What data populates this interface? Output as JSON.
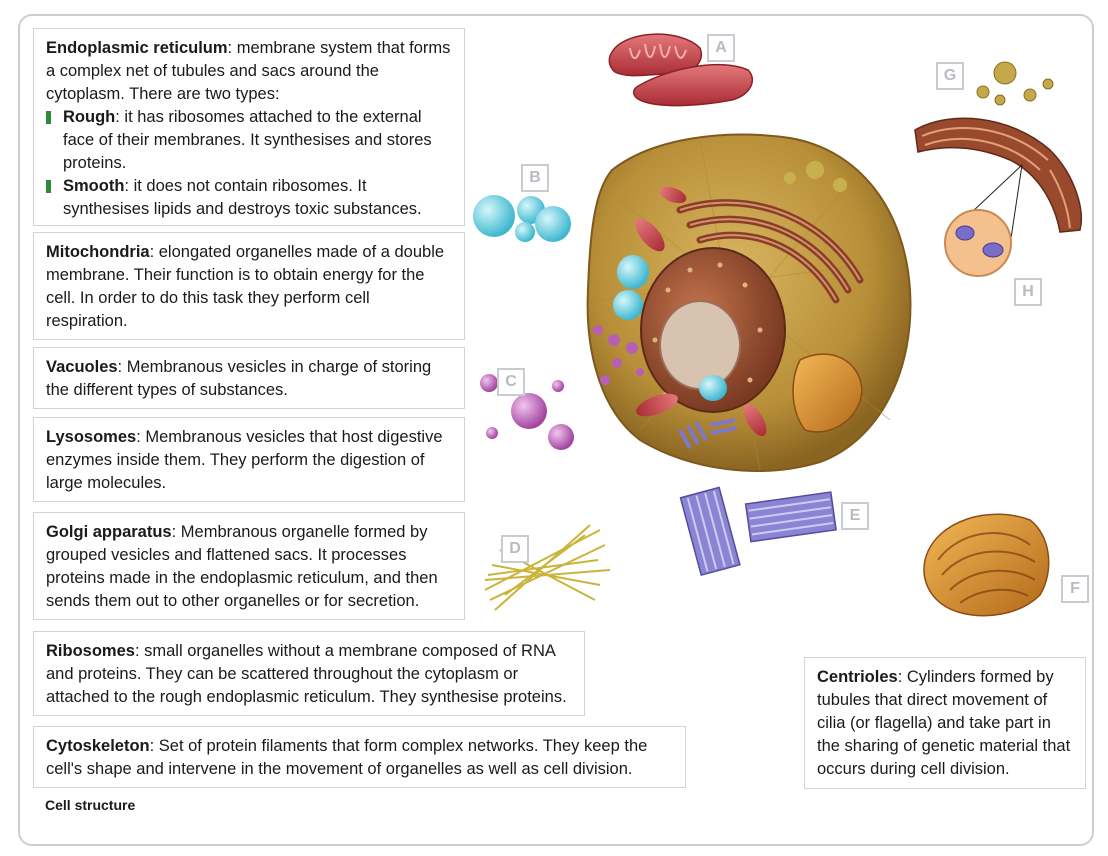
{
  "boxes": {
    "er": {
      "term": "Endoplasmic reticulum",
      "text": ": membrane system that forms a complex net of tubules and sacs around the cytoplasm. There are two types:",
      "rough_term": "Rough",
      "rough_text": ": it has ribosomes attached to the external face of their membranes. It synthesises and stores proteins.",
      "smooth_term": "Smooth",
      "smooth_text": ": it does not contain ribosomes. It synthesises lipids and destroys toxic substances."
    },
    "mito": {
      "term": "Mitochondria",
      "text": ": elongated organelles made of a double membrane. Their function is to obtain energy for the cell. In order to do this task they perform cell respiration."
    },
    "vacuoles": {
      "term": "Vacuoles",
      "text": ": Membranous vesicles in charge of storing the different types of substances."
    },
    "lysosomes": {
      "term": "Lysosomes",
      "text": ": Membranous vesicles that host digestive enzymes inside them. They perform the digestion of large molecules."
    },
    "golgi": {
      "term": "Golgi apparatus",
      "text": ": Membranous organelle formed by grouped vesicles and flattened sacs. It processes proteins made in the endoplasmic reticulum, and then sends them out to other organelles or for secretion."
    },
    "ribosomes": {
      "term": "Ribosomes",
      "text": ":  small organelles without a membrane composed of RNA and proteins. They can be scattered throughout the cytoplasm or attached to the rough endoplasmic reticulum. They synthesise proteins."
    },
    "cytoskeleton": {
      "term": "Cytoskeleton",
      "text": ": Set of protein filaments that form complex networks. They keep the cell's shape and intervene in the movement of organelles as well as cell division."
    },
    "centrioles": {
      "term": "Centrioles",
      "text": ": Cylinders formed by tubules that direct movement of cilia (or flagella) and take part in the sharing of genetic material that occurs during cell division."
    }
  },
  "caption": "Cell structure",
  "labels": {
    "a": "A",
    "b": "B",
    "c": "C",
    "d": "D",
    "e": "E",
    "f": "F",
    "g": "G",
    "h": "H"
  },
  "colors": {
    "bullet": "#2e8b3a",
    "box_border": "#cfd4d8",
    "label_border": "#c8ccd0",
    "frame_border": "#c9cfd4"
  }
}
